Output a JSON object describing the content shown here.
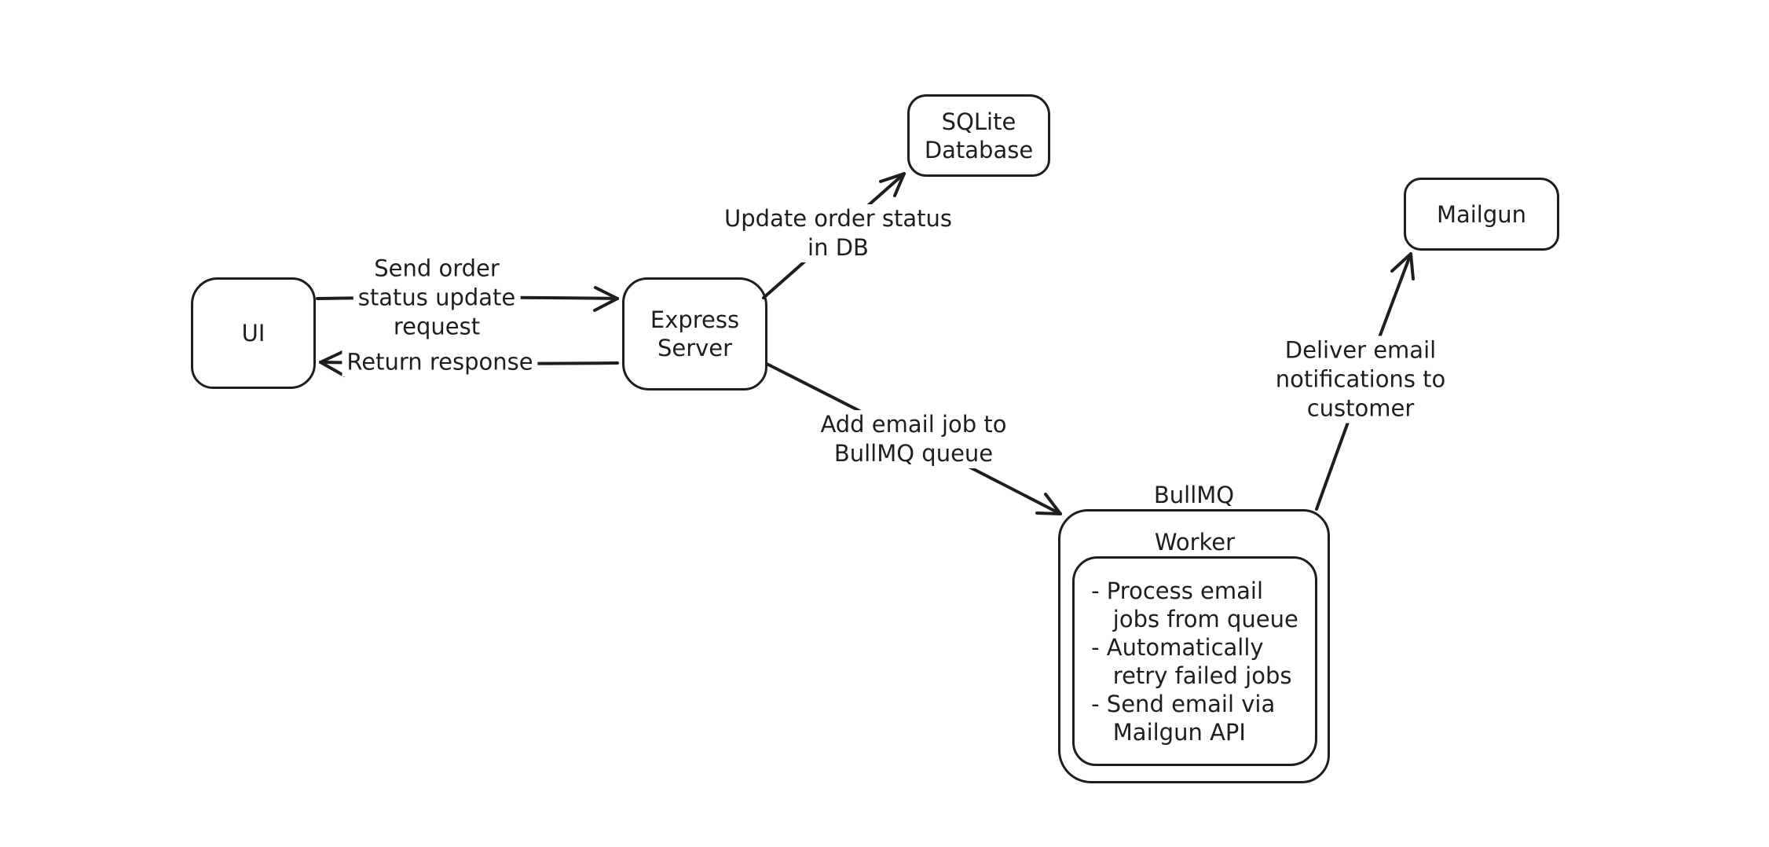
{
  "colors": {
    "stroke": "#1e1e1e",
    "background": "#ffffff"
  },
  "nodes": {
    "ui": {
      "label": "UI"
    },
    "express": {
      "label": "Express\nServer"
    },
    "sqlite": {
      "label": "SQLite\nDatabase"
    },
    "mailgun": {
      "label": "Mailgun"
    },
    "bullmq": {
      "label": "BullMQ"
    },
    "worker": {
      "label": "Worker",
      "tasks": "- Process email\n   jobs from queue\n- Automatically\n   retry failed jobs\n- Send email via\n   Mailgun API"
    }
  },
  "edges": {
    "send_order": {
      "from": "UI",
      "to": "Express Server",
      "label": "Send order\nstatus update\nrequest"
    },
    "return_response": {
      "from": "Express Server",
      "to": "UI",
      "label": "Return response"
    },
    "update_order": {
      "from": "Express Server",
      "to": "SQLite Database",
      "label": "Update order status\nin DB"
    },
    "add_email": {
      "from": "Express Server",
      "to": "BullMQ",
      "label": "Add email job to\nBullMQ queue"
    },
    "deliver_email": {
      "from": "BullMQ",
      "to": "Mailgun",
      "label": "Deliver email\nnotifications to\ncustomer"
    }
  }
}
